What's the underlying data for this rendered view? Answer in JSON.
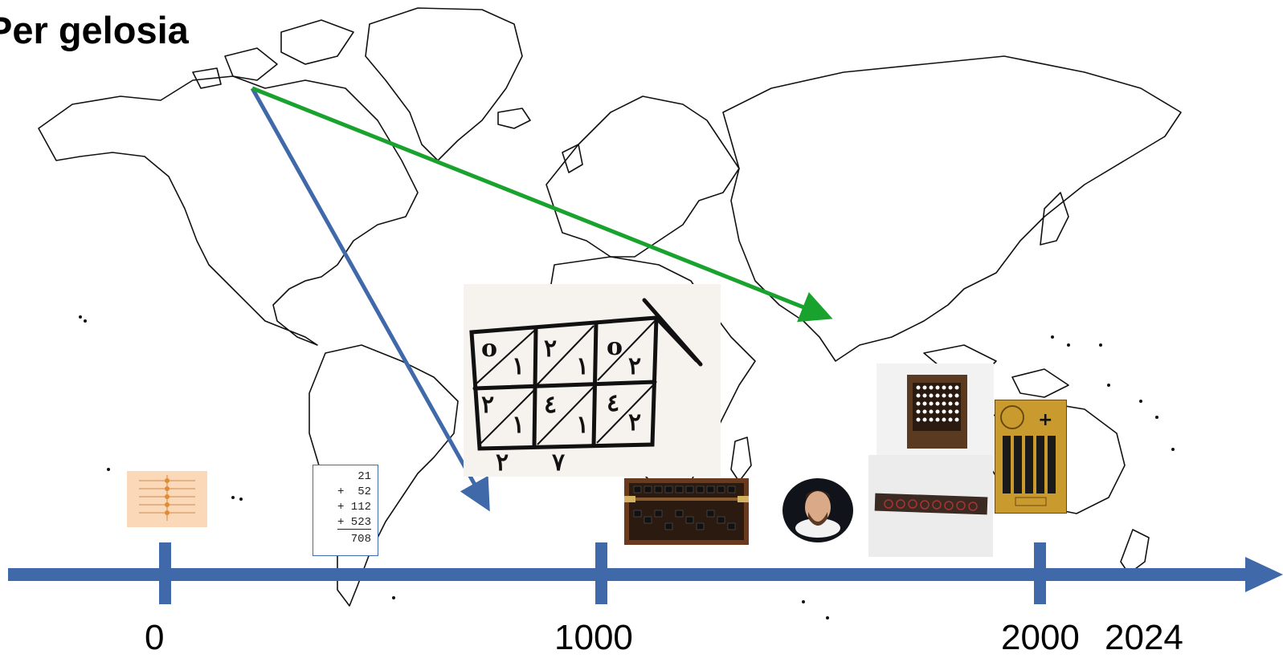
{
  "slide": {
    "title": "Per gelosia",
    "timeline": {
      "color": "#3f69a8",
      "tick_labels": [
        "0",
        "1000",
        "2000",
        "2024"
      ]
    },
    "arrows": {
      "blue_color": "#3f69a8",
      "green_color": "#1aa22e"
    },
    "addition_card": {
      "lines": [
        "21",
        "+  52",
        "+ 112",
        "+ 523",
        "708"
      ]
    },
    "images": [
      {
        "name": "counting-board-image"
      },
      {
        "name": "lattice-multiplication-manuscript-image"
      },
      {
        "name": "abacus-image"
      },
      {
        "name": "portrait-image"
      },
      {
        "name": "comptometer-image"
      },
      {
        "name": "slide-adder-image"
      },
      {
        "name": "addiator-image"
      }
    ]
  }
}
